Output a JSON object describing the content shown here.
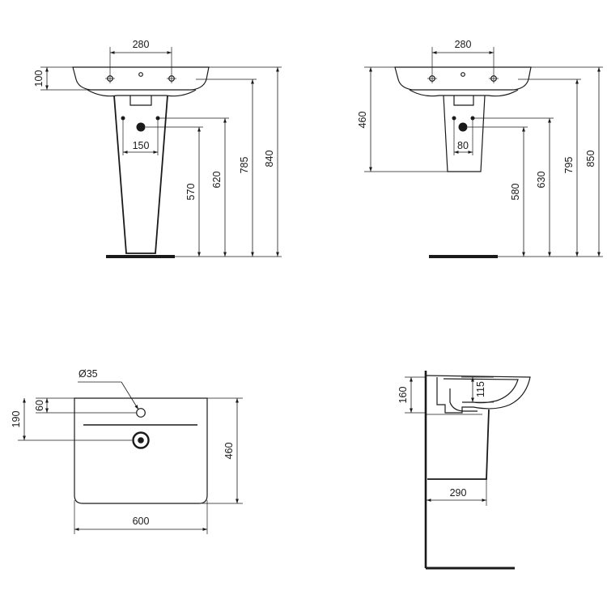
{
  "views": {
    "front_pedestal": {
      "dims": {
        "tap_spacing": "280",
        "bowl_height": "100",
        "waste_spacing": "150",
        "supply_height": "570",
        "waste_height": "620",
        "rim_height": "785",
        "top_height": "840"
      }
    },
    "front_semi_pedestal": {
      "dims": {
        "tap_spacing": "280",
        "pedestal_height": "460",
        "waste_spacing": "80",
        "supply_height": "580",
        "waste_height": "630",
        "rim_height": "795",
        "top_height": "850"
      }
    },
    "top_view": {
      "dims": {
        "tap_hole_diameter": "Ø35",
        "tap_hole_offset": "60",
        "overflow_offset": "190",
        "depth": "460",
        "width": "600"
      }
    },
    "side_view": {
      "dims": {
        "bowl_depth": "160",
        "trap_offset": "115",
        "pedestal_projection": "290"
      }
    }
  }
}
